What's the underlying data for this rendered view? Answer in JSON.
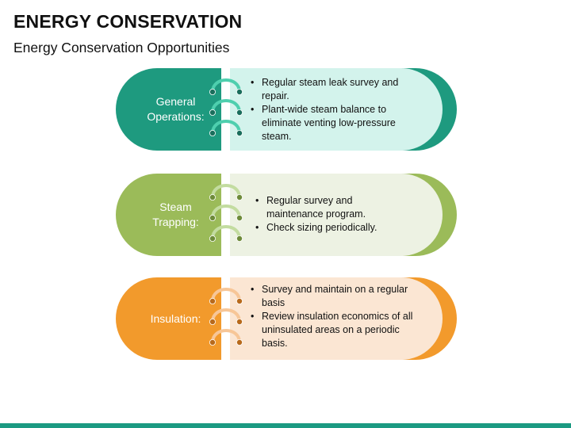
{
  "header": {
    "title": "ENERGY CONSERVATION",
    "subtitle": "Energy Conservation Opportunities"
  },
  "rows": [
    {
      "label": "General\nOperations:",
      "colors": {
        "dark": "#1e9a7f",
        "light": "#d3f3ec",
        "back": "#1e9a7f",
        "ring": "#4ecfae",
        "dot": "#1a6e5c"
      },
      "bullets": [
        "Regular steam leak survey and repair.",
        "Plant-wide steam balance to eliminate venting low-pressure steam."
      ]
    },
    {
      "label": "Steam\nTrapping:",
      "colors": {
        "dark": "#9bbb59",
        "light": "#edf2e3",
        "back": "#9bbb59",
        "ring": "#c3dca0",
        "dot": "#6e8b3a"
      },
      "bullets": [
        "Regular survey and maintenance program.",
        "Check sizing periodically."
      ]
    },
    {
      "label": "Insulation:",
      "colors": {
        "dark": "#f29a2c",
        "light": "#fbe6d3",
        "back": "#f29a2c",
        "ring": "#f7c697",
        "dot": "#b86a1b"
      },
      "bullets": [
        "Survey and maintain on a regular basis",
        "Review insulation economics of all uninsulated areas on a periodic basis."
      ]
    }
  ]
}
